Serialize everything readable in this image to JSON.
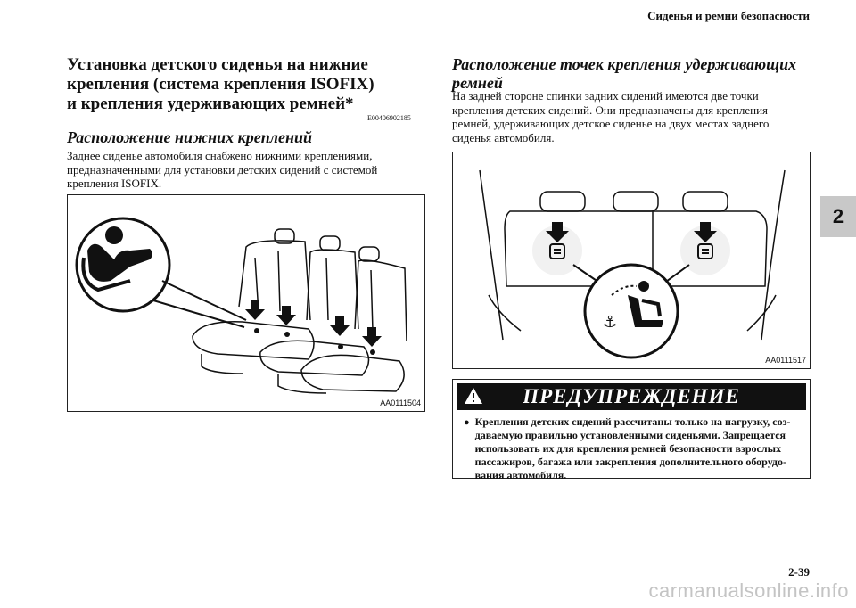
{
  "header": {
    "running_title": "Сиденья и ремни безопасности",
    "chapter_number": "2",
    "page_number": "2-39",
    "watermark": "carmanualsonline.info"
  },
  "left": {
    "title_lines": [
      "Установка детского сиденья на нижние",
      "крепления (система крепления ISOFIX)",
      "и крепления удерживающих ремней*"
    ],
    "code": "E00406902185",
    "subtitle": "Расположение нижних креплений",
    "paragraph_lines": [
      "Заднее сиденье автомобиля снабжено нижними креплениями,",
      "предназначенными для установки детских сидений с системой",
      "крепления ISOFIX."
    ],
    "figure_label": "AA0111504"
  },
  "right": {
    "subtitle_lines": [
      "Расположение точек крепления удерживающих",
      "ремней"
    ],
    "paragraph_lines": [
      "На задней стороне спинки задних сидений имеются две точки",
      "крепления детских сидений. Они предназначены для крепления",
      "ремней, удерживающих детское сиденье на двух местах заднего",
      "сиденья автомобиля."
    ],
    "figure_label": "AA0111517",
    "warning": {
      "title": "ПРЕДУПРЕЖДЕНИЕ",
      "lines": [
        "Крепления детских сидений рассчитаны только на нагрузку, соз-",
        "даваемую правильно установленными сиденьями. Запрещается",
        "использовать их для крепления ремней безопасности взрослых",
        "пассажиров, багажа или закрепления дополнительного оборудо-",
        "вания автомобиля."
      ]
    }
  }
}
